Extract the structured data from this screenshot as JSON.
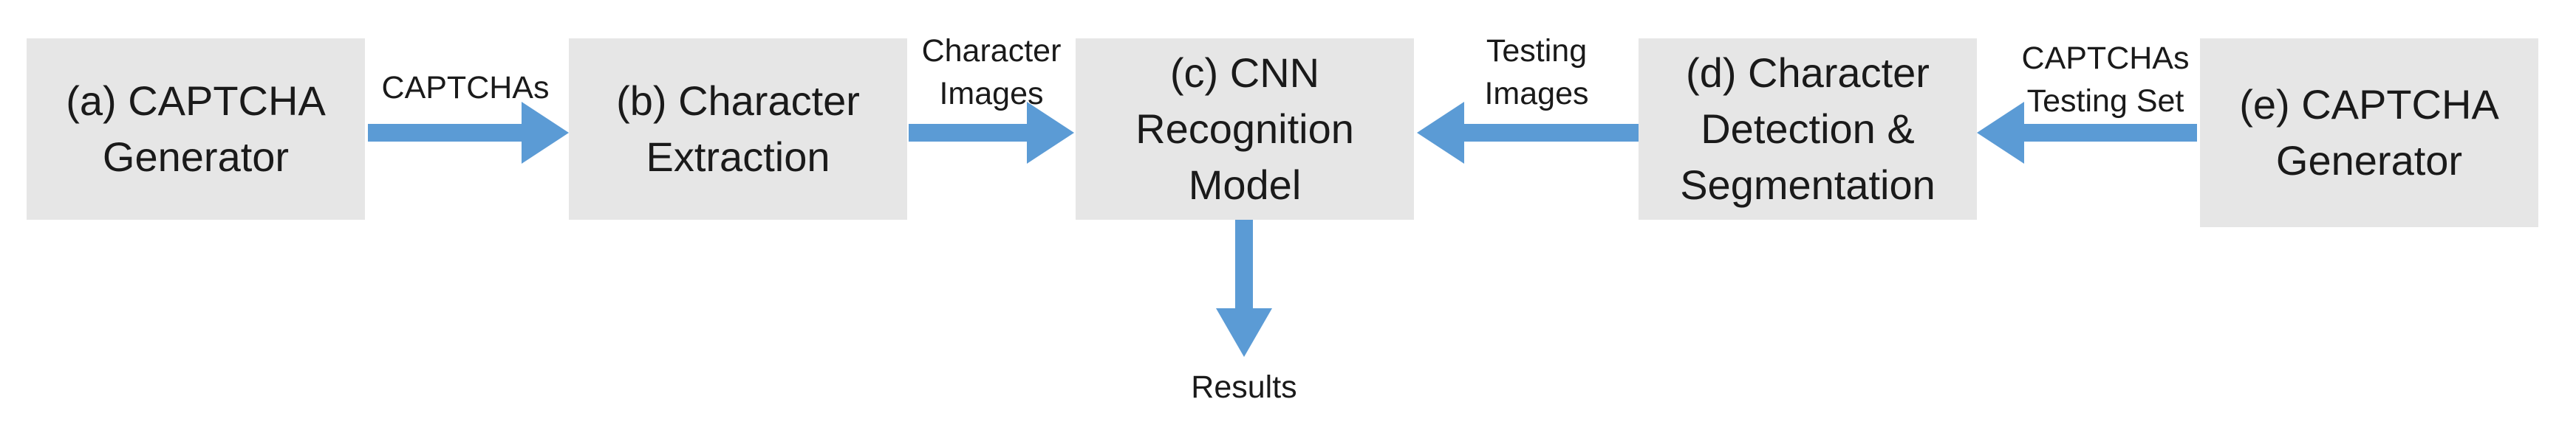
{
  "colors": {
    "box_fill": "#e6e6e6",
    "arrow": "#5b9bd5",
    "text": "#1a1a1a",
    "background": "#ffffff"
  },
  "nodes": {
    "a": {
      "label": "(a) CAPTCHA\nGenerator"
    },
    "b": {
      "label": "(b) Character\nExtraction"
    },
    "c": {
      "label": "(c) CNN\nRecognition\nModel"
    },
    "d": {
      "label": "(d) Character\nDetection &\nSegmentation"
    },
    "e": {
      "label": "(e) CAPTCHA\nGenerator"
    }
  },
  "edges": {
    "a_to_b": {
      "label": "CAPTCHAs",
      "direction": "right"
    },
    "b_to_c": {
      "label": "Character\nImages",
      "direction": "right"
    },
    "d_to_c": {
      "label": "Testing\nImages",
      "direction": "left"
    },
    "e_to_d": {
      "label": "CAPTCHAs\nTesting Set",
      "direction": "left"
    },
    "c_to_results": {
      "label": "Results",
      "direction": "down"
    }
  }
}
